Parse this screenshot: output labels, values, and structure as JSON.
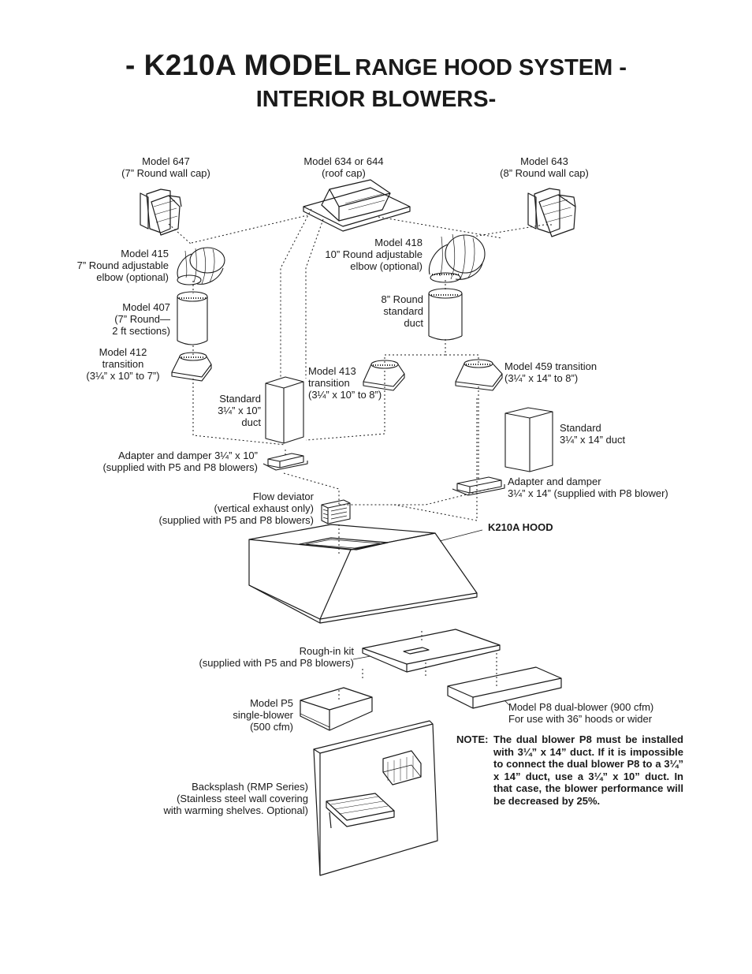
{
  "title": {
    "main_big": "- K210A MODEL",
    "main_small": "RANGE HOOD SYSTEM -",
    "line2": "INTERIOR BLOWERS-"
  },
  "labels": {
    "m647": "Model 647\n(7” Round wall cap)",
    "m634": "Model 634 or 644\n(roof cap)",
    "m643": "Model 643\n(8” Round wall cap)",
    "m415": "Model 415\n7” Round adjustable\nelbow (optional)",
    "m418": "Model 418\n10” Round adjustable\nelbow (optional)",
    "m407": "Model 407\n(7” Round—\n2 ft sections)",
    "round8": "8” Round\nstandard\nduct",
    "m412": "Model 412\ntransition\n(3¼” x 10” to 7”)",
    "m413": "Model 413\ntransition\n(3¼” x 10” to 8”)",
    "m459": "Model 459 transition\n(3¼” x 14” to 8”)",
    "std10": "Standard\n3¼” x 10”\nduct",
    "std14": "Standard\n3¼” x 14” duct",
    "adapter10": "Adapter and damper 3¼” x 10”\n(supplied with P5 and P8 blowers)",
    "adapter14": "Adapter and damper\n3¼” x 14” (supplied with P8 blower)",
    "flow": "Flow deviator\n(vertical exhaust only)\n(supplied with P5 and P8 blowers)",
    "hood": "K210A HOOD",
    "rough": "Rough-in kit\n(supplied with P5 and P8 blowers)",
    "p5": "Model P5\nsingle-blower\n(500 cfm)",
    "p8": "Model P8 dual-blower (900 cfm)\nFor use with 36” hoods or wider",
    "backsplash": "Backsplash (RMP Series)\n(Stainless steel wall covering\nwith warming shelves. Optional)"
  },
  "note": {
    "label": "NOTE:",
    "text": "The dual blower P8 must be installed with 3¼” x 14” duct. If it is impossible to connect the dual blower P8 to a 3¼” x 14” duct, use a 3¼” x 10” duct. In that case, the blower performance will be decreased by 25%."
  }
}
